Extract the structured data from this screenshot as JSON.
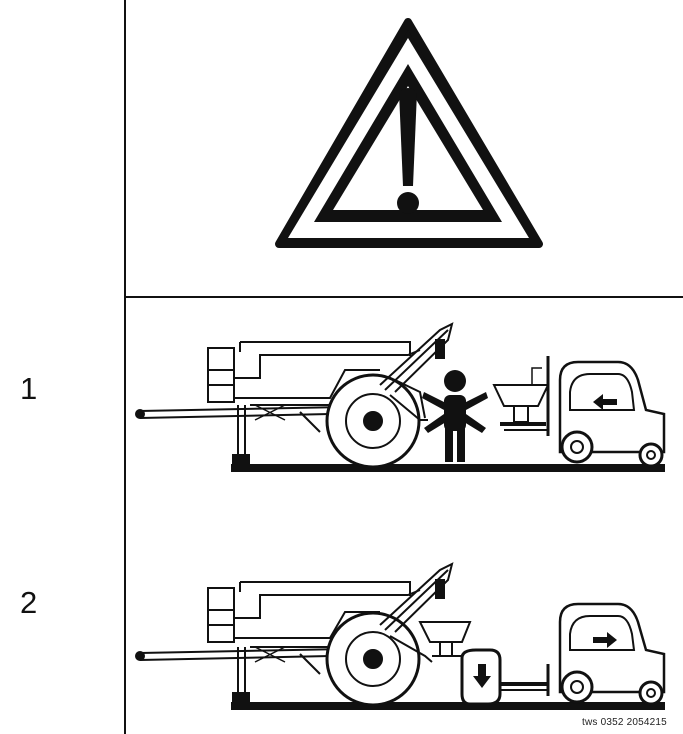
{
  "steps": [
    {
      "number": "1"
    },
    {
      "number": "2"
    }
  ],
  "reference_code": "tws 0352  2054215",
  "icons": {
    "warning": "warning-triangle-icon",
    "move_left": "arrow-left-icon",
    "move_right": "arrow-right-icon",
    "lower": "arrow-down-icon"
  }
}
